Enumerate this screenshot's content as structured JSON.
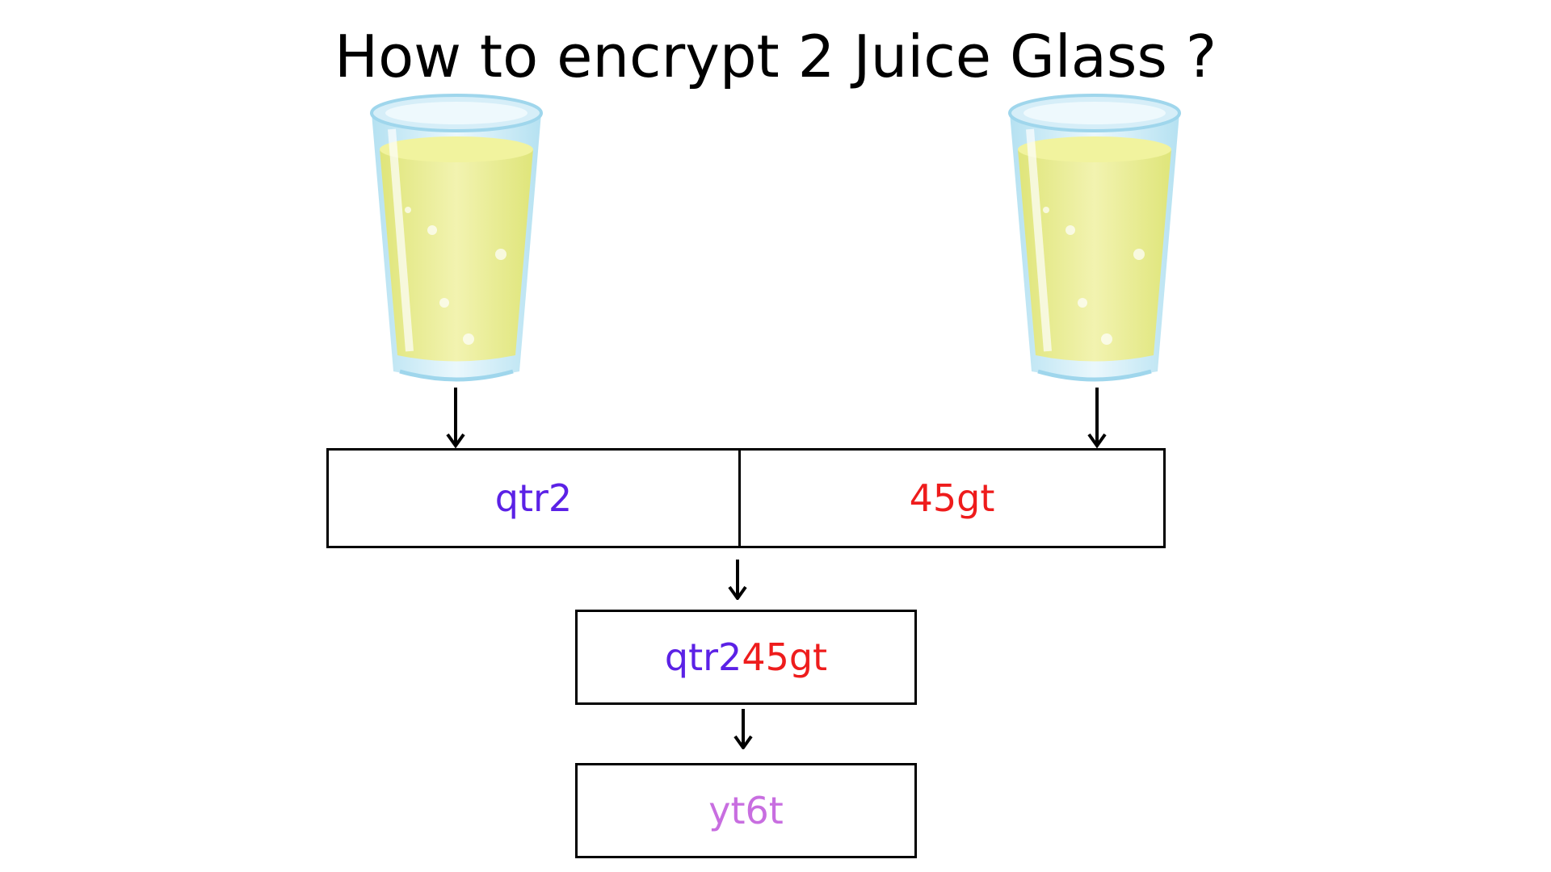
{
  "title": "How to encrypt 2 Juice Glass ?",
  "glasses": [
    {
      "icon": "juice-glass-icon"
    },
    {
      "icon": "juice-glass-icon"
    }
  ],
  "split_box": {
    "left_text": "qtr2",
    "right_text": "45gt"
  },
  "combined_box": {
    "part1": "qtr2",
    "part2": "45gt"
  },
  "result_box": {
    "text": "yt6t"
  },
  "colors": {
    "left": "#5b21e6",
    "right": "#ee1c1c",
    "result": "#c86ee0",
    "juice": "#ecef9a",
    "glass": "#bfe6f4"
  }
}
